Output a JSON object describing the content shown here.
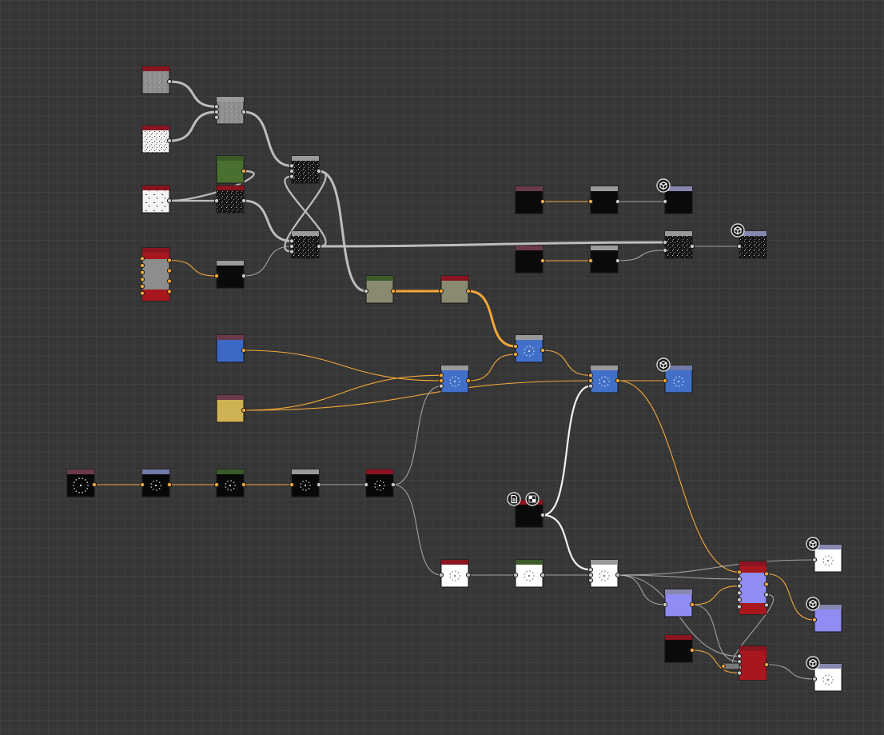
{
  "canvas": {
    "background": "#363636",
    "grid_color": "#3f3f3f"
  },
  "colors": {
    "header_red": "#8a1520",
    "header_gray": "#9a9a9a",
    "header_green": "#3a5a28",
    "header_blue": "#6f7aa6",
    "header_maroon": "#6a3a4c",
    "header_lavender": "#8787b0",
    "wire_gray": "#bdbdbd",
    "wire_white": "#f2f2f2",
    "wire_orange": "#f3a73a",
    "socket_orange": "#f3a73a",
    "socket_gray": "#c8c8c8"
  },
  "graph": {
    "nodes": [
      {
        "id": "n_gray_noise_src",
        "header": "red",
        "thumb": "gray_noise",
        "out": [
          "g"
        ]
      },
      {
        "id": "n_speckle_src",
        "header": "red",
        "thumb": "white_speckle",
        "out": [
          "g"
        ]
      },
      {
        "id": "n_white_mask",
        "header": "red",
        "thumb": "white_dark",
        "out": [
          "g"
        ]
      },
      {
        "id": "n_switch",
        "header": "red",
        "thumb": "gray_solid",
        "in": [
          "o",
          "o",
          "o",
          "o",
          "o",
          "o"
        ],
        "out": [
          "o",
          "o",
          "o",
          "o"
        ]
      },
      {
        "id": "n_blend_gray",
        "header": "gray",
        "thumb": "gray_noise",
        "in": [
          "g",
          "g",
          "g"
        ],
        "out": [
          "g"
        ]
      },
      {
        "id": "n_green_fill",
        "header": "green",
        "thumb": "green",
        "out": [
          "o"
        ]
      },
      {
        "id": "n_red_grunge",
        "header": "red",
        "thumb": "dark_speckle",
        "in": [
          "g"
        ],
        "out": [
          "g"
        ]
      },
      {
        "id": "n_black_level",
        "header": "gray",
        "thumb": "black",
        "in": [
          "o"
        ],
        "out": [
          "g"
        ]
      },
      {
        "id": "n_grunge_a",
        "header": "gray",
        "thumb": "dark_speckle",
        "in": [
          "g",
          "g",
          "g"
        ],
        "out": [
          "g"
        ]
      },
      {
        "id": "n_grunge_b",
        "header": "gray",
        "thumb": "dark_speckle",
        "in": [
          "g",
          "g",
          "g"
        ],
        "out": [
          "g"
        ]
      },
      {
        "id": "n_olive_a",
        "header": "green",
        "thumb": "olive",
        "in": [
          "g"
        ],
        "out": [
          "o"
        ]
      },
      {
        "id": "n_olive_b",
        "header": "red",
        "thumb": "olive",
        "in": [
          "o"
        ],
        "out": [
          "o"
        ]
      },
      {
        "id": "n_dark_src_1",
        "header": "maroon",
        "thumb": "black",
        "out": [
          "o"
        ]
      },
      {
        "id": "n_dark_mid_1",
        "header": "gray",
        "thumb": "black",
        "in": [
          "o"
        ],
        "out": [
          "g"
        ]
      },
      {
        "id": "n_out_dark_1",
        "header": "lavender",
        "thumb": "black",
        "in": [
          "g"
        ],
        "badge": true
      },
      {
        "id": "n_dark_src_2",
        "header": "maroon",
        "thumb": "black",
        "out": [
          "o"
        ]
      },
      {
        "id": "n_dark_mid_2",
        "header": "gray",
        "thumb": "black",
        "in": [
          "o"
        ],
        "out": [
          "g"
        ]
      },
      {
        "id": "n_dark_combine",
        "header": "gray",
        "thumb": "dark_speckle",
        "in": [
          "g",
          "g"
        ],
        "out": [
          "g"
        ]
      },
      {
        "id": "n_out_dark_2",
        "header": "lavender",
        "thumb": "dark_speckle",
        "in": [
          "g"
        ],
        "badge": true
      },
      {
        "id": "n_blue_src",
        "header": "maroon",
        "thumb": "blue",
        "out": [
          "o"
        ]
      },
      {
        "id": "n_yellow_src",
        "header": "maroon",
        "thumb": "yellow",
        "out": [
          "o"
        ]
      },
      {
        "id": "n_blue_blend_1",
        "header": "gray",
        "thumb": "blue_dots",
        "in": [
          "o",
          "o",
          "g"
        ],
        "out": [
          "o"
        ]
      },
      {
        "id": "n_blue_blend_2",
        "header": "gray",
        "thumb": "blue_dots",
        "in": [
          "o",
          "o"
        ],
        "out": [
          "o"
        ]
      },
      {
        "id": "n_blue_blend_3",
        "header": "gray",
        "thumb": "blue_dots",
        "in": [
          "o",
          "o",
          "g"
        ],
        "out": [
          "o"
        ]
      },
      {
        "id": "n_out_blue",
        "header": "blue",
        "thumb": "blue_dots",
        "in": [
          "o"
        ],
        "badge": true
      },
      {
        "id": "n_shape_src",
        "header": "maroon",
        "thumb": "black_dots_big",
        "out": [
          "o"
        ]
      },
      {
        "id": "n_shape_2",
        "header": "blue",
        "thumb": "black_dots",
        "in": [
          "o"
        ],
        "out": [
          "o"
        ]
      },
      {
        "id": "n_shape_3",
        "header": "green",
        "thumb": "black_dots",
        "in": [
          "o"
        ],
        "out": [
          "o"
        ]
      },
      {
        "id": "n_shape_4",
        "header": "gray",
        "thumb": "black_dots",
        "in": [
          "o"
        ],
        "out": [
          "g"
        ]
      },
      {
        "id": "n_shape_5",
        "header": "red",
        "thumb": "black_dots",
        "in": [
          "g"
        ],
        "out": [
          "g"
        ]
      },
      {
        "id": "n_bitmap",
        "header": "red",
        "thumb": "black",
        "out": [
          "g"
        ],
        "badges": 2
      },
      {
        "id": "n_white_1",
        "header": "red",
        "thumb": "white_dots",
        "in": [
          "g"
        ],
        "out": [
          "g"
        ]
      },
      {
        "id": "n_white_2",
        "header": "green",
        "thumb": "white_dots",
        "in": [
          "g"
        ],
        "out": [
          "g"
        ]
      },
      {
        "id": "n_white_3",
        "header": "gray",
        "thumb": "white_dots",
        "in": [
          "g",
          "g",
          "g"
        ],
        "out": [
          "g"
        ]
      },
      {
        "id": "n_normal",
        "header": "lavender",
        "thumb": "lavender",
        "in": [
          "g"
        ],
        "out": [
          "o"
        ]
      },
      {
        "id": "n_normal_switch",
        "header": "red",
        "thumb": "lavender",
        "in": [
          "o",
          "g",
          "g",
          "g",
          "g",
          "g"
        ],
        "out": [
          "o",
          "o",
          "g",
          "g"
        ]
      },
      {
        "id": "n_dark_small",
        "header": "red",
        "thumb": "black",
        "out": [
          "o"
        ]
      },
      {
        "id": "n_red_combine",
        "header": "red",
        "thumb": "red",
        "in": [
          "g",
          "g",
          "g",
          "g"
        ],
        "out": [
          "o"
        ]
      },
      {
        "id": "n_out_white_1",
        "header": "lavender",
        "thumb": "white_dots",
        "in": [
          "g"
        ],
        "badge": true
      },
      {
        "id": "n_out_normal",
        "header": "lavender",
        "thumb": "lavender",
        "in": [
          "o"
        ],
        "badge": true
      },
      {
        "id": "n_out_white_2",
        "header": "lavender",
        "thumb": "white_dots",
        "in": [
          "g"
        ],
        "badge": true
      }
    ],
    "links": [
      {
        "from": [
          "n_gray_noise_src",
          0
        ],
        "to": [
          "n_blend_gray",
          0
        ],
        "kind": "gray",
        "weight": 3
      },
      {
        "from": [
          "n_speckle_src",
          0
        ],
        "to": [
          "n_blend_gray",
          1
        ],
        "kind": "gray",
        "weight": 3
      },
      {
        "from": [
          "n_white_mask",
          0
        ],
        "to": [
          "n_green_fill",
          0
        ],
        "kind": "gray",
        "weight": 2,
        "toOut": true
      },
      {
        "from": [
          "n_white_mask",
          0
        ],
        "to": [
          "n_red_grunge",
          0
        ],
        "kind": "gray",
        "weight": 2
      },
      {
        "from": [
          "n_switch",
          0
        ],
        "to": [
          "n_black_level",
          0
        ],
        "kind": "orange",
        "weight": 1
      },
      {
        "from": [
          "n_blend_gray",
          0
        ],
        "to": [
          "n_grunge_a",
          0
        ],
        "kind": "gray",
        "weight": 3
      },
      {
        "from": [
          "n_red_grunge",
          0
        ],
        "to": [
          "n_grunge_b",
          0
        ],
        "kind": "gray",
        "weight": 3
      },
      {
        "from": [
          "n_black_level",
          0
        ],
        "to": [
          "n_grunge_b",
          1
        ],
        "kind": "gray",
        "weight": 1
      },
      {
        "from": [
          "n_grunge_a",
          0
        ],
        "to": [
          "n_grunge_b",
          2
        ],
        "kind": "gray",
        "weight": 2
      },
      {
        "from": [
          "n_grunge_b",
          0
        ],
        "to": [
          "n_grunge_a",
          2
        ],
        "kind": "gray",
        "weight": 2
      },
      {
        "from": [
          "n_grunge_a",
          0
        ],
        "to": [
          "n_olive_a",
          0
        ],
        "kind": "gray",
        "weight": 3
      },
      {
        "from": [
          "n_grunge_b",
          0
        ],
        "to": [
          "n_dark_combine",
          0
        ],
        "kind": "gray",
        "weight": 3
      },
      {
        "from": [
          "n_olive_a",
          0
        ],
        "to": [
          "n_olive_b",
          0
        ],
        "kind": "orange",
        "weight": 3
      },
      {
        "from": [
          "n_olive_b",
          0
        ],
        "to": [
          "n_blue_blend_2",
          0
        ],
        "kind": "orange",
        "weight": 3
      },
      {
        "from": [
          "n_dark_src_1",
          0
        ],
        "to": [
          "n_dark_mid_1",
          0
        ],
        "kind": "orange",
        "weight": 1
      },
      {
        "from": [
          "n_dark_mid_1",
          0
        ],
        "to": [
          "n_out_dark_1",
          0
        ],
        "kind": "gray",
        "weight": 1
      },
      {
        "from": [
          "n_dark_src_2",
          0
        ],
        "to": [
          "n_dark_mid_2",
          0
        ],
        "kind": "orange",
        "weight": 1
      },
      {
        "from": [
          "n_dark_mid_2",
          0
        ],
        "to": [
          "n_dark_combine",
          1
        ],
        "kind": "gray",
        "weight": 1
      },
      {
        "from": [
          "n_dark_combine",
          0
        ],
        "to": [
          "n_out_dark_2",
          0
        ],
        "kind": "gray",
        "weight": 1
      },
      {
        "from": [
          "n_blue_src",
          0
        ],
        "to": [
          "n_blue_blend_1",
          1
        ],
        "kind": "orange",
        "weight": 1
      },
      {
        "from": [
          "n_yellow_src",
          0
        ],
        "to": [
          "n_blue_blend_1",
          0
        ],
        "kind": "orange",
        "weight": 1
      },
      {
        "from": [
          "n_yellow_src",
          0
        ],
        "to": [
          "n_blue_blend_3",
          1
        ],
        "kind": "orange",
        "weight": 1
      },
      {
        "from": [
          "n_blue_blend_1",
          0
        ],
        "to": [
          "n_blue_blend_2",
          1
        ],
        "kind": "orange",
        "weight": 1
      },
      {
        "from": [
          "n_blue_blend_2",
          0
        ],
        "to": [
          "n_blue_blend_3",
          0
        ],
        "kind": "orange",
        "weight": 1
      },
      {
        "from": [
          "n_blue_blend_3",
          0
        ],
        "to": [
          "n_out_blue",
          0
        ],
        "kind": "orange",
        "weight": 1
      },
      {
        "from": [
          "n_blue_blend_3",
          0
        ],
        "to": [
          "n_normal_switch",
          0
        ],
        "kind": "orange",
        "weight": 1
      },
      {
        "from": [
          "n_shape_src",
          0
        ],
        "to": [
          "n_shape_2",
          0
        ],
        "kind": "orange",
        "weight": 1
      },
      {
        "from": [
          "n_shape_2",
          0
        ],
        "to": [
          "n_shape_3",
          0
        ],
        "kind": "orange",
        "weight": 1
      },
      {
        "from": [
          "n_shape_3",
          0
        ],
        "to": [
          "n_shape_4",
          0
        ],
        "kind": "orange",
        "weight": 1
      },
      {
        "from": [
          "n_shape_4",
          0
        ],
        "to": [
          "n_shape_5",
          0
        ],
        "kind": "gray",
        "weight": 1
      },
      {
        "from": [
          "n_shape_5",
          0
        ],
        "to": [
          "n_blue_blend_1",
          2
        ],
        "kind": "gray",
        "weight": 1
      },
      {
        "from": [
          "n_shape_5",
          0
        ],
        "to": [
          "n_white_1",
          0
        ],
        "kind": "gray",
        "weight": 1
      },
      {
        "from": [
          "n_white_1",
          0
        ],
        "to": [
          "n_white_2",
          0
        ],
        "kind": "gray",
        "weight": 1
      },
      {
        "from": [
          "n_white_2",
          0
        ],
        "to": [
          "n_white_3",
          1
        ],
        "kind": "gray",
        "weight": 1
      },
      {
        "from": [
          "n_bitmap",
          0
        ],
        "to": [
          "n_blue_blend_3",
          2
        ],
        "kind": "white",
        "weight": 2
      },
      {
        "from": [
          "n_bitmap",
          0
        ],
        "to": [
          "n_white_3",
          0
        ],
        "kind": "white",
        "weight": 2
      },
      {
        "from": [
          "n_white_3",
          0
        ],
        "to": [
          "n_out_white_1",
          0
        ],
        "kind": "gray",
        "weight": 1
      },
      {
        "from": [
          "n_white_3",
          0
        ],
        "to": [
          "n_normal",
          0
        ],
        "kind": "gray",
        "weight": 1
      },
      {
        "from": [
          "n_white_3",
          0
        ],
        "to": [
          "n_normal_switch",
          1
        ],
        "kind": "gray",
        "weight": 1
      },
      {
        "from": [
          "n_white_3",
          0
        ],
        "to": [
          "n_red_combine",
          0
        ],
        "kind": "gray",
        "weight": 1
      },
      {
        "from": [
          "n_normal",
          0
        ],
        "to": [
          "n_normal_switch",
          2
        ],
        "kind": "orange",
        "weight": 1
      },
      {
        "from": [
          "n_normal",
          0
        ],
        "to": [
          "n_red_combine",
          1
        ],
        "kind": "gray",
        "weight": 1
      },
      {
        "from": [
          "n_normal_switch",
          0
        ],
        "to": [
          "n_out_normal",
          0
        ],
        "kind": "orange",
        "weight": 1
      },
      {
        "from": [
          "n_normal_switch",
          2
        ],
        "to": [
          "n_red_combine",
          2
        ],
        "kind": "gray",
        "weight": 1
      },
      {
        "from": [
          "n_dark_small",
          0
        ],
        "to": [
          "n_red_combine",
          3
        ],
        "kind": "orange",
        "weight": 1
      },
      {
        "from": [
          "n_red_combine",
          0
        ],
        "to": [
          "n_out_white_2",
          0
        ],
        "kind": "gray",
        "weight": 1
      }
    ]
  }
}
